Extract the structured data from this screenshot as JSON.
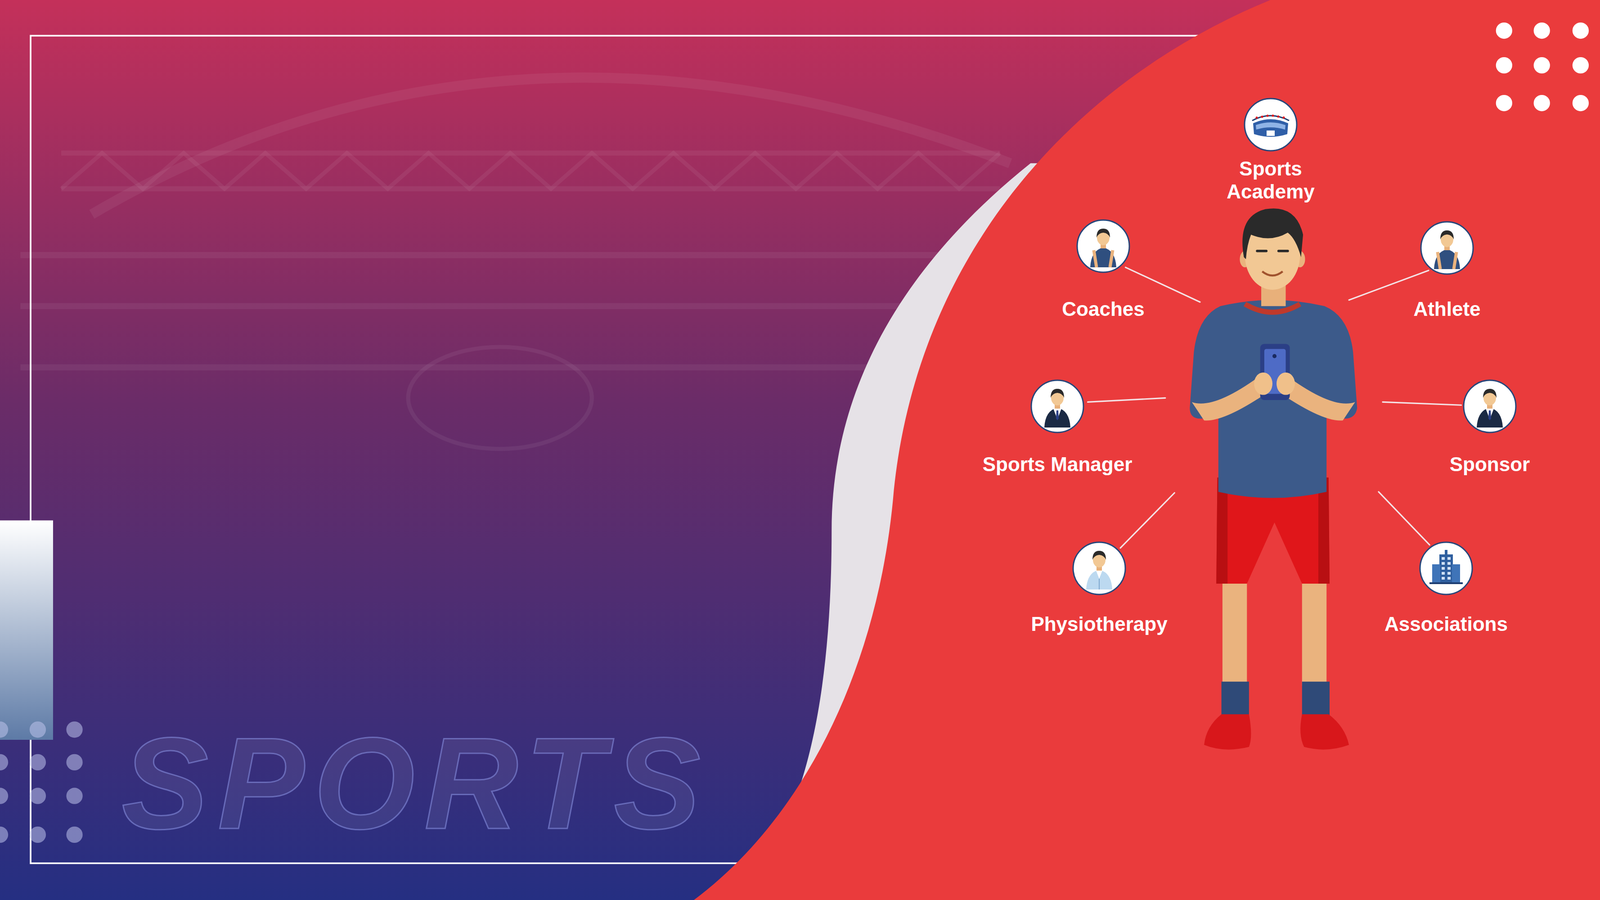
{
  "diagram": {
    "nodes": [
      {
        "text": [
          "Sports Academy"
        ]
      },
      {
        "text": [
          "Coaches"
        ]
      },
      {
        "text": [
          "Athlete"
        ]
      },
      {
        "text": [
          "Sports Manager"
        ]
      },
      {
        "text": [
          "Sponsor"
        ]
      },
      {
        "text": [
          "Physiotherapy"
        ]
      },
      {
        "text": [
          "Associations"
        ]
      }
    ],
    "labels": [
      "SPORTS"
    ]
  }
}
